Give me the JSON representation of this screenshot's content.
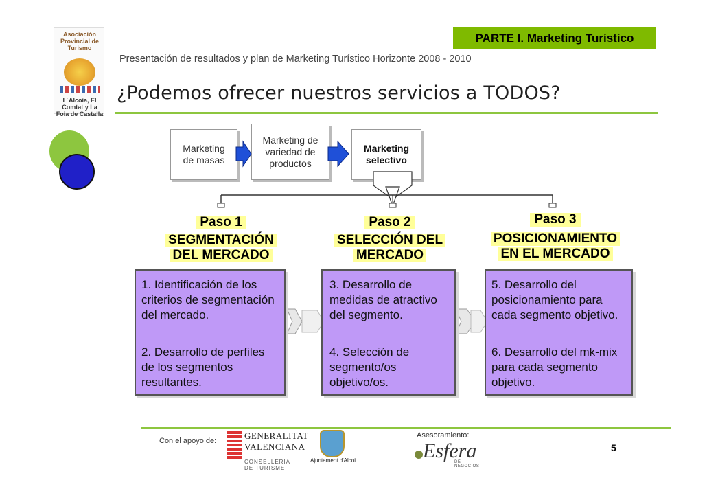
{
  "header": {
    "part_label": "PARTE I. Marketing Turístico",
    "subtitle": "Presentación de resultados y plan de Marketing Turístico Horizonte 2008 - 2010",
    "title": "¿Podemos ofrecer nuestros servicios a TODOS?"
  },
  "logo": {
    "name": "Asociación Provincial de Turismo",
    "foot": "L´Alcoia, El Comtat y La Foia de Castalla"
  },
  "flow": {
    "box1": "Marketing de masas",
    "box2": "Marketing de variedad de productos",
    "box3": "Marketing selectivo"
  },
  "steps": [
    {
      "step": "Paso 1",
      "title_line1": "SEGMENTACIÓN",
      "title_line2": "DEL MERCADO",
      "items": [
        {
          "num": "1.",
          "text": "Identificación de los criterios de segmentación del mercado."
        },
        {
          "num": "2.",
          "text": "Desarrollo de perfiles de los segmentos resultantes."
        }
      ]
    },
    {
      "step": "Paso 2",
      "title_line1": "SELECCIÓN DEL",
      "title_line2": "MERCADO",
      "items": [
        {
          "num": "3.",
          "text": "Desarrollo de medidas de atractivo del segmento."
        },
        {
          "num": "4.",
          "text": "Selección de segmento/os objetivo/os."
        }
      ]
    },
    {
      "step": "Paso 3",
      "title_line1": "POSICIONAMIENTO",
      "title_line2": "EN EL MERCADO",
      "items": [
        {
          "num": "5.",
          "text": "Desarrollo del posicionamiento para cada segmento objetivo."
        },
        {
          "num": "6.",
          "text": "Desarrollo del mk-mix para cada segmento objetivo."
        }
      ]
    }
  ],
  "footer": {
    "support_label": "Con el apoyo de:",
    "gv_line1": "GENERALITAT",
    "gv_line2": "VALENCIANA",
    "gv_line3": "CONSELLERIA DE TURISME",
    "alcoi_label": "Ajuntament d'Alcoi",
    "advice_label": "Asesoramiento:",
    "esfera_word": "Esfera",
    "esfera_small": "DE NEGOCIOS",
    "page_number": "5"
  },
  "colors": {
    "accent_green": "#8dc63f",
    "bar_green": "#7fba00",
    "circle_blue": "#2020c8",
    "box_purple": "#bf99f7",
    "highlight_yellow": "#ffff99",
    "arrow_blue": "#1f50d8"
  }
}
